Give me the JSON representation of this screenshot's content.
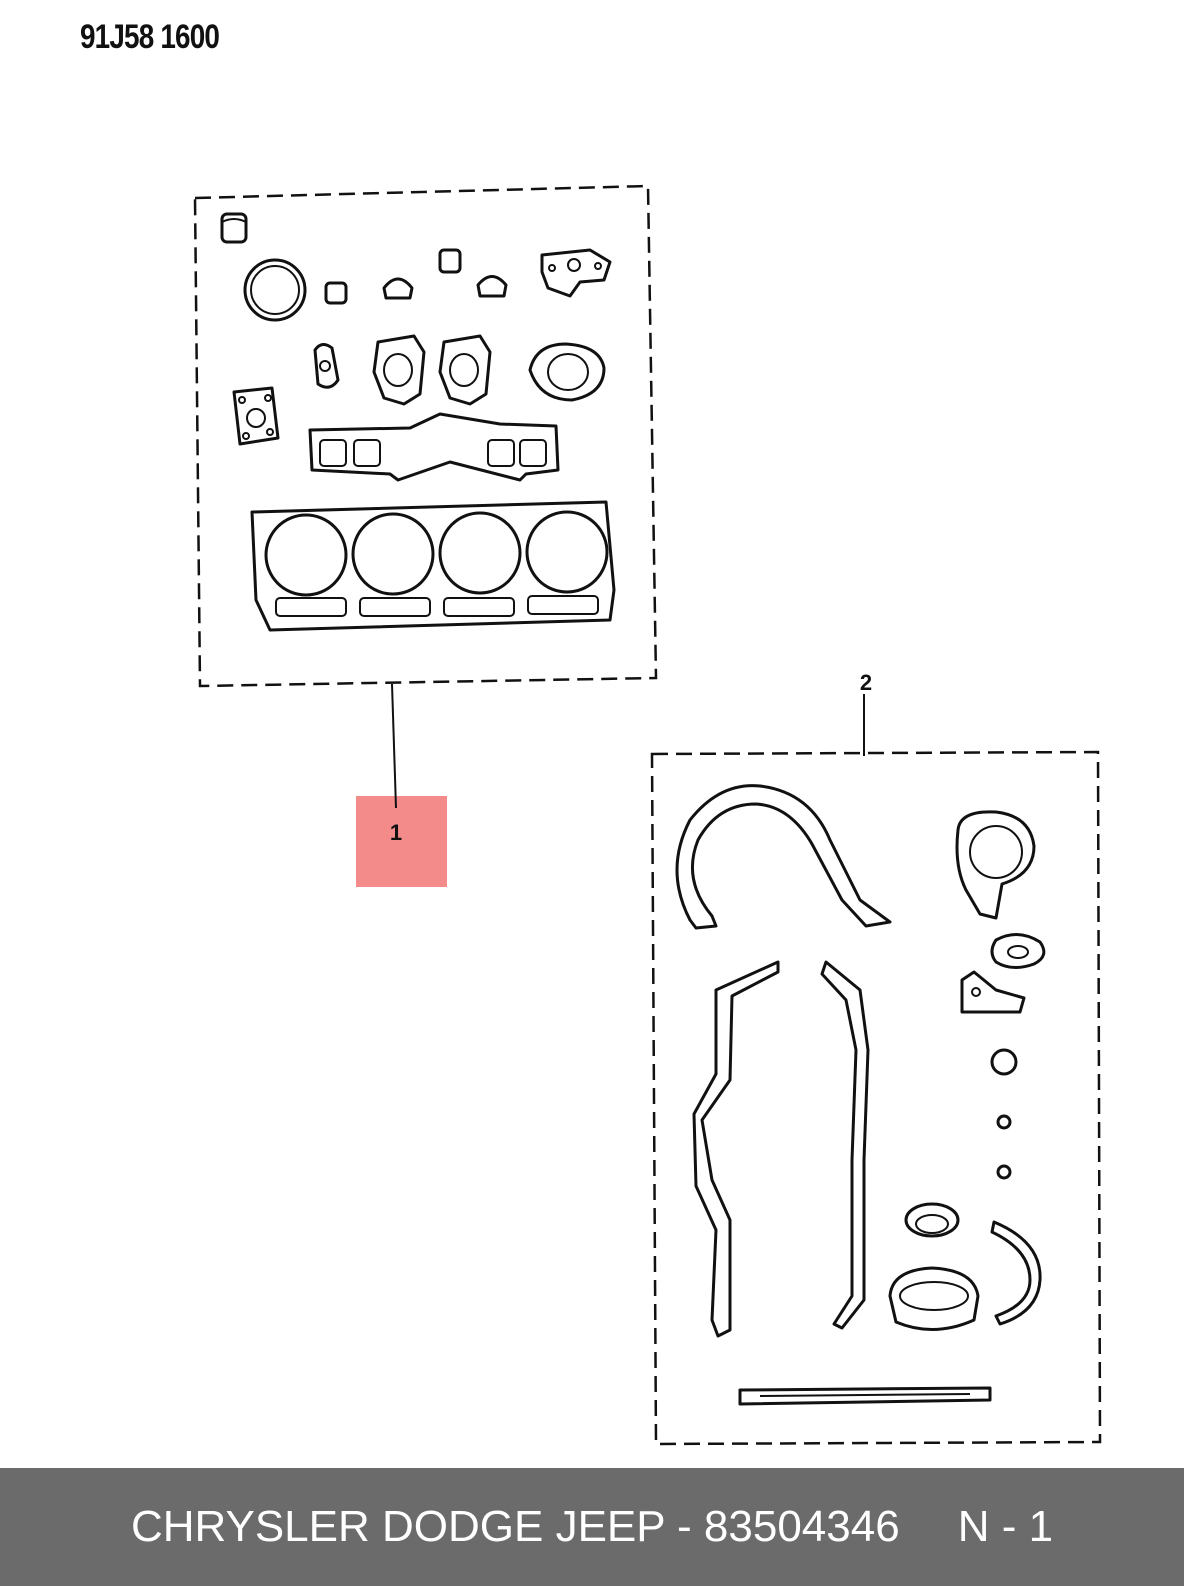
{
  "diagram": {
    "reference_code": "91J58 1600",
    "callouts": [
      {
        "number": "1",
        "highlighted": true,
        "highlight_color": "#f48b8b"
      },
      {
        "number": "2",
        "highlighted": false
      }
    ]
  },
  "footer": {
    "part_label": "CHRYSLER DODGE JEEP - 83504346",
    "page_label": "N - 1",
    "background_color": "#6b6b6b"
  }
}
